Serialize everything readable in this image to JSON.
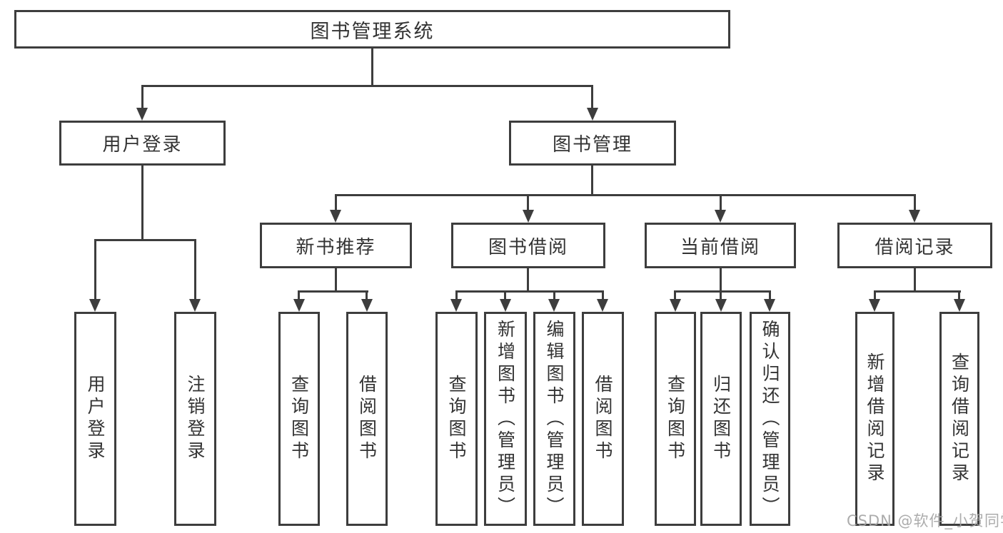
{
  "diagram": {
    "root": "图书管理系统",
    "level2": {
      "user_login": "用户登录",
      "book_mgmt": "图书管理"
    },
    "level3": {
      "new_books": "新书推荐",
      "book_borrow": "图书借阅",
      "current_borrow": "当前借阅",
      "borrow_records": "借阅记录"
    },
    "leaves": {
      "user": [
        "用户登录",
        "注销登录"
      ],
      "new_books": [
        "查询图书",
        "借阅图书"
      ],
      "book_borrow": [
        "查询图书",
        "新增图书（管理员）",
        "编辑图书（管理员）",
        "借阅图书"
      ],
      "current_borrow": [
        "查询图书",
        "归还图书",
        "确认归还（管理员）"
      ],
      "borrow_records": [
        "新增借阅记录",
        "查询借阅记录"
      ]
    }
  },
  "watermark": "CSDN @软件_小贺同学",
  "colors": {
    "line": "#3d3d3d",
    "text": "#333333",
    "watermark": "#a3a3a3",
    "background": "#ffffff"
  }
}
